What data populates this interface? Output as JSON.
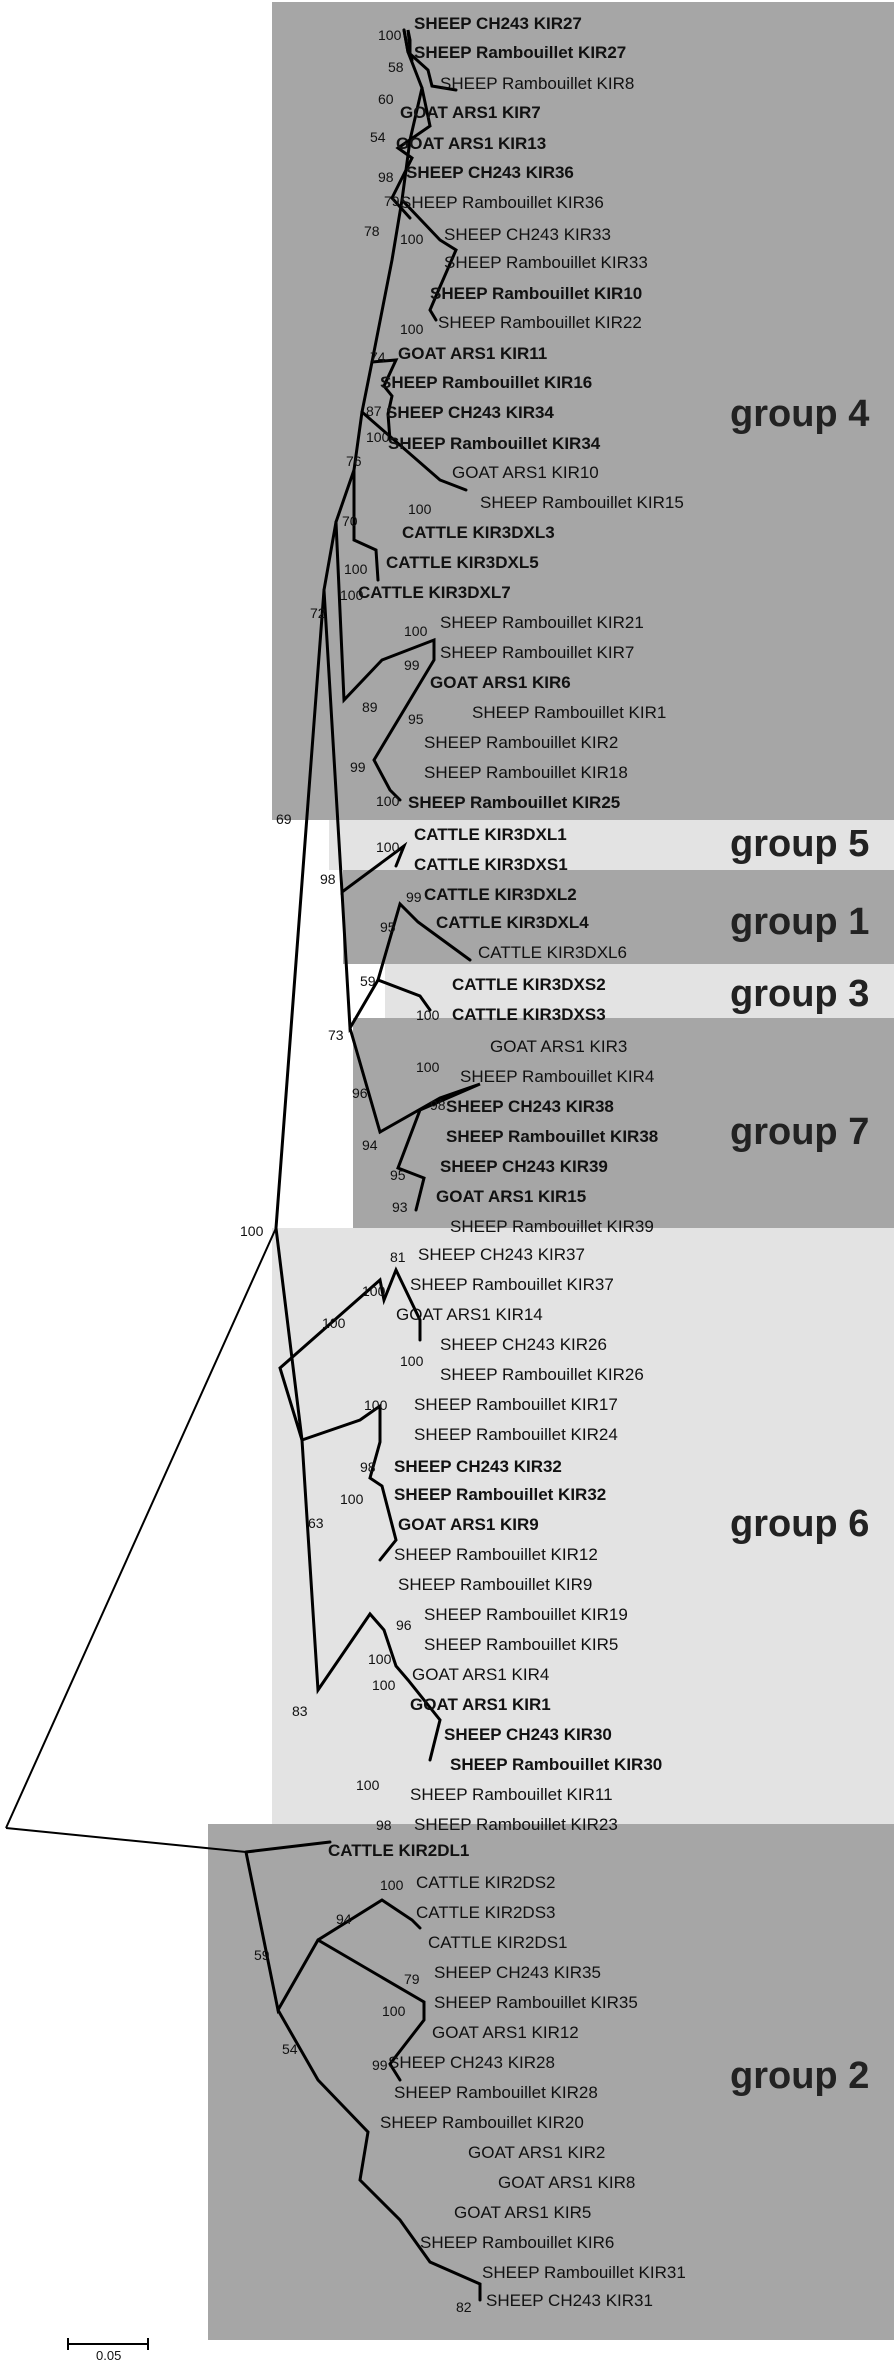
{
  "groups": [
    {
      "id": "g4",
      "label": "group 4",
      "shade": "#a6a6a6"
    },
    {
      "id": "g5",
      "label": "group 5",
      "shade": "#e3e3e3"
    },
    {
      "id": "g1",
      "label": "group 1",
      "shade": "#a6a6a6"
    },
    {
      "id": "g3",
      "label": "group 3",
      "shade": "#e3e3e3"
    },
    {
      "id": "g7",
      "label": "group 7",
      "shade": "#a6a6a6"
    },
    {
      "id": "g6",
      "label": "group 6",
      "shade": "#e3e3e3"
    },
    {
      "id": "g2",
      "label": "group 2",
      "shade": "#a6a6a6"
    }
  ],
  "leaves": [
    {
      "label": "SHEEP CH243 KIR27",
      "bold": true
    },
    {
      "label": "SHEEP Rambouillet KIR27",
      "bold": true
    },
    {
      "label": "SHEEP Rambouillet KIR8",
      "bold": false
    },
    {
      "label": "GOAT ARS1 KIR7",
      "bold": true
    },
    {
      "label": "GOAT ARS1 KIR13",
      "bold": true
    },
    {
      "label": "SHEEP CH243 KIR36",
      "bold": true
    },
    {
      "label": "SHEEP Rambouillet KIR36",
      "bold": false
    },
    {
      "label": "SHEEP CH243 KIR33",
      "bold": false
    },
    {
      "label": "SHEEP Rambouillet KIR33",
      "bold": false
    },
    {
      "label": "SHEEP Rambouillet KIR10",
      "bold": true
    },
    {
      "label": "SHEEP Rambouillet KIR22",
      "bold": false
    },
    {
      "label": "GOAT ARS1 KIR11",
      "bold": true
    },
    {
      "label": "SHEEP Rambouillet KIR16",
      "bold": true
    },
    {
      "label": "SHEEP CH243 KIR34",
      "bold": true
    },
    {
      "label": "SHEEP Rambouillet KIR34",
      "bold": true
    },
    {
      "label": "GOAT ARS1 KIR10",
      "bold": false
    },
    {
      "label": "SHEEP Rambouillet KIR15",
      "bold": false
    },
    {
      "label": "CATTLE KIR3DXL3",
      "bold": true
    },
    {
      "label": "CATTLE KIR3DXL5",
      "bold": true
    },
    {
      "label": "CATTLE KIR3DXL7",
      "bold": true
    },
    {
      "label": "SHEEP Rambouillet KIR21",
      "bold": false
    },
    {
      "label": "SHEEP Rambouillet KIR7",
      "bold": false
    },
    {
      "label": "GOAT ARS1 KIR6",
      "bold": true
    },
    {
      "label": "SHEEP Rambouillet KIR1",
      "bold": false
    },
    {
      "label": "SHEEP Rambouillet KIR2",
      "bold": false
    },
    {
      "label": "SHEEP Rambouillet KIR18",
      "bold": false
    },
    {
      "label": "SHEEP Rambouillet KIR25",
      "bold": true
    },
    {
      "label": "CATTLE KIR3DXL1",
      "bold": true
    },
    {
      "label": "CATTLE KIR3DXS1",
      "bold": true
    },
    {
      "label": "CATTLE KIR3DXL2",
      "bold": true
    },
    {
      "label": "CATTLE KIR3DXL4",
      "bold": true
    },
    {
      "label": "CATTLE KIR3DXL6",
      "bold": false
    },
    {
      "label": "CATTLE KIR3DXS2",
      "bold": true
    },
    {
      "label": "CATTLE KIR3DXS3",
      "bold": true
    },
    {
      "label": "GOAT ARS1 KIR3",
      "bold": false
    },
    {
      "label": "SHEEP Rambouillet KIR4",
      "bold": false
    },
    {
      "label": "SHEEP CH243 KIR38",
      "bold": true
    },
    {
      "label": "SHEEP Rambouillet KIR38",
      "bold": true
    },
    {
      "label": "SHEEP CH243 KIR39",
      "bold": true
    },
    {
      "label": "GOAT ARS1 KIR15",
      "bold": true
    },
    {
      "label": "SHEEP Rambouillet KIR39",
      "bold": false
    },
    {
      "label": "SHEEP CH243 KIR37",
      "bold": false
    },
    {
      "label": "SHEEP Rambouillet KIR37",
      "bold": false
    },
    {
      "label": "GOAT ARS1 KIR14",
      "bold": false
    },
    {
      "label": "SHEEP CH243 KIR26",
      "bold": false
    },
    {
      "label": "SHEEP Rambouillet KIR26",
      "bold": false
    },
    {
      "label": "SHEEP Rambouillet KIR17",
      "bold": false
    },
    {
      "label": "SHEEP Rambouillet KIR24",
      "bold": false
    },
    {
      "label": "SHEEP CH243 KIR32",
      "bold": true
    },
    {
      "label": "SHEEP Rambouillet KIR32",
      "bold": true
    },
    {
      "label": "GOAT ARS1 KIR9",
      "bold": true
    },
    {
      "label": "SHEEP Rambouillet KIR12",
      "bold": false
    },
    {
      "label": "SHEEP Rambouillet KIR9",
      "bold": false
    },
    {
      "label": "SHEEP Rambouillet KIR19",
      "bold": false
    },
    {
      "label": "SHEEP Rambouillet KIR5",
      "bold": false
    },
    {
      "label": "GOAT ARS1 KIR4",
      "bold": false
    },
    {
      "label": "GOAT ARS1 KIR1",
      "bold": true
    },
    {
      "label": "SHEEP CH243 KIR30",
      "bold": true
    },
    {
      "label": "SHEEP Rambouillet KIR30",
      "bold": true
    },
    {
      "label": "SHEEP Rambouillet KIR11",
      "bold": false
    },
    {
      "label": "SHEEP Rambouillet KIR23",
      "bold": false
    },
    {
      "label": "CATTLE KIR2DL1",
      "bold": true
    },
    {
      "label": "CATTLE KIR2DS2",
      "bold": false
    },
    {
      "label": "CATTLE KIR2DS3",
      "bold": false
    },
    {
      "label": "CATTLE KIR2DS1",
      "bold": false
    },
    {
      "label": "SHEEP CH243 KIR35",
      "bold": false
    },
    {
      "label": "SHEEP Rambouillet KIR35",
      "bold": false
    },
    {
      "label": "GOAT ARS1 KIR12",
      "bold": false
    },
    {
      "label": "SHEEP CH243 KIR28",
      "bold": false
    },
    {
      "label": "SHEEP Rambouillet KIR28",
      "bold": false
    },
    {
      "label": "SHEEP Rambouillet KIR20",
      "bold": false
    },
    {
      "label": "GOAT ARS1 KIR2",
      "bold": false
    },
    {
      "label": "GOAT ARS1 KIR8",
      "bold": false
    },
    {
      "label": "GOAT ARS1 KIR5",
      "bold": false
    },
    {
      "label": "SHEEP Rambouillet KIR6",
      "bold": false
    },
    {
      "label": "SHEEP Rambouillet KIR31",
      "bold": false
    },
    {
      "label": "SHEEP CH243 KIR31",
      "bold": false
    }
  ],
  "bootstrap_values": [
    "100",
    "58",
    "60",
    "54",
    "98",
    "79",
    "78",
    "100",
    "100",
    "74",
    "87",
    "100",
    "76",
    "100",
    "70",
    "100",
    "100",
    "72",
    "100",
    "99",
    "89",
    "95",
    "99",
    "100",
    "69",
    "100",
    "98",
    "99",
    "95",
    "59",
    "100",
    "73",
    "100",
    "96",
    "98",
    "94",
    "95",
    "93",
    "100",
    "81",
    "100",
    "100",
    "100",
    "100",
    "98",
    "100",
    "63",
    "96",
    "100",
    "100",
    "83",
    "100",
    "98",
    "100",
    "94",
    "59",
    "79",
    "100",
    "54",
    "99",
    "82"
  ],
  "scale_bar": {
    "label": "0.05"
  }
}
